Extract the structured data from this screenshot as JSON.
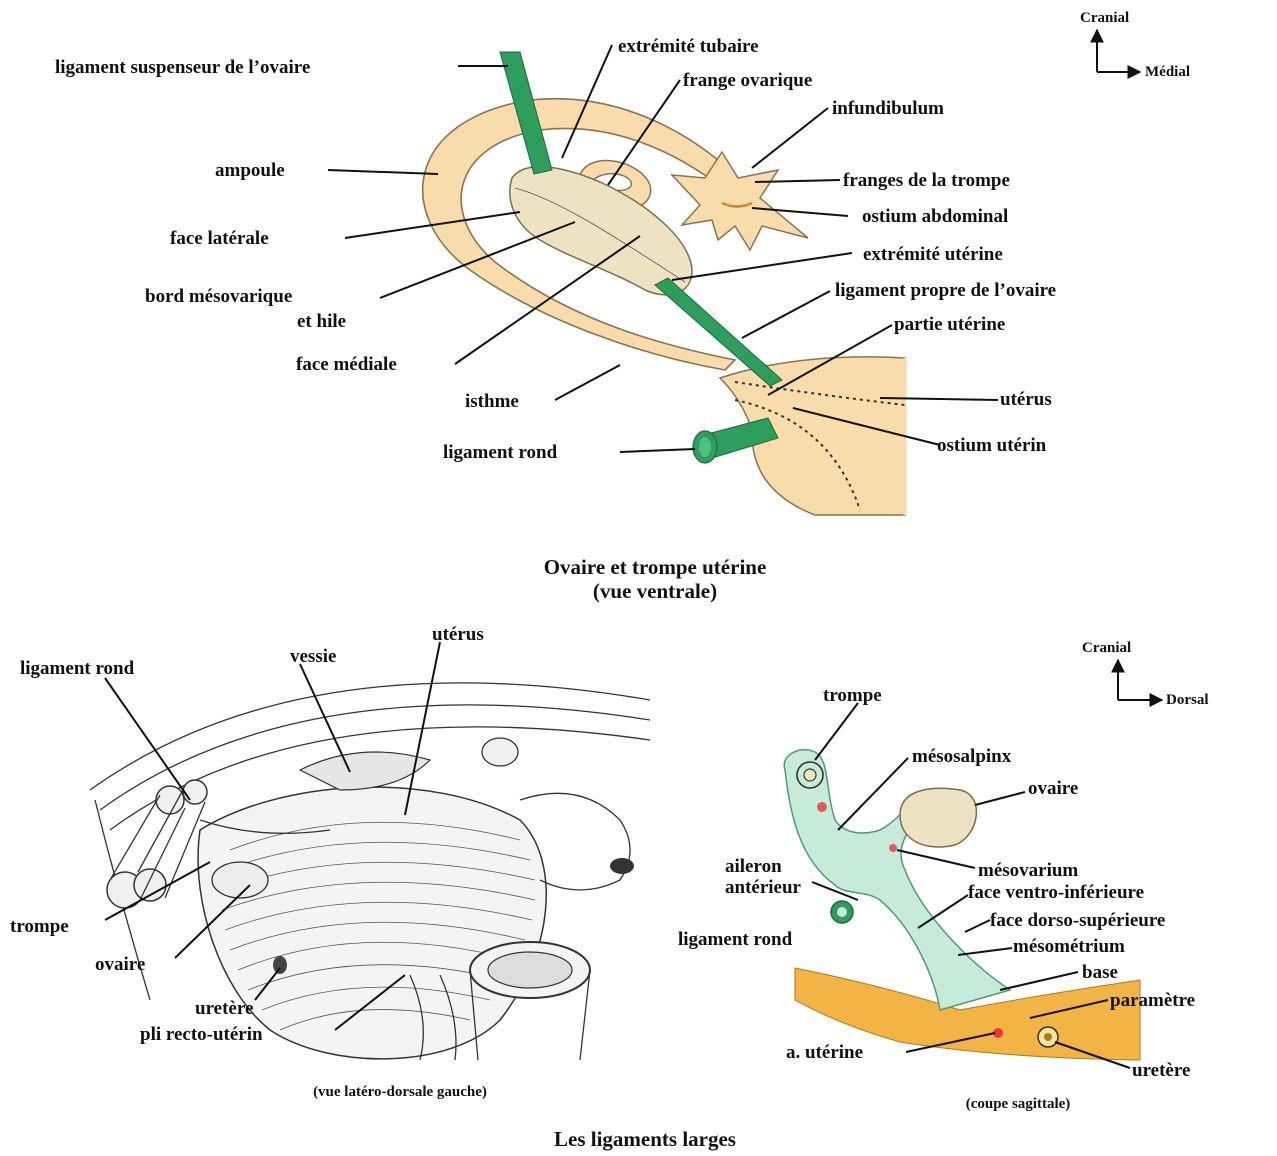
{
  "colors": {
    "tube": "#f9dcac",
    "tube_stroke": "#8a7350",
    "ovary": "#ede3c2",
    "ligament": "#2e9e5c",
    "mesentery": "#c6ecd9",
    "parametre": "#f2b445",
    "artery": "#e03a3a"
  },
  "top": {
    "orientation": {
      "up": "Cranial",
      "right": "Médial"
    },
    "labels": {
      "ligament_suspenseur": "ligament suspenseur de l’ovaire",
      "extremite_tubaire": "extrémité tubaire",
      "frange_ovarique": "frange ovarique",
      "infundibulum": "infundibulum",
      "ampoule": "ampoule",
      "franges": "franges de la trompe",
      "ostium_abdominal": "ostium abdominal",
      "face_laterale": "face latérale",
      "extremite_uterine": "extrémité utérine",
      "bord_mesovarique_1": "bord mésovarique",
      "bord_mesovarique_2": "et hile",
      "ligament_propre": "ligament propre de l’ovaire",
      "partie_uterine": "partie utérine",
      "face_mediale": "face médiale",
      "isthme": "isthme",
      "uterus": "utérus",
      "ostium_uterin": "ostium utérin",
      "ligament_rond": "ligament rond"
    },
    "caption_1": "Ovaire et trompe utérine",
    "caption_2": "(vue ventrale)"
  },
  "left": {
    "labels": {
      "ligament_rond": "ligament rond",
      "vessie": "vessie",
      "uterus": "utérus",
      "trompe": "trompe",
      "ovaire": "ovaire",
      "uretere": "uretère",
      "pli": "pli recto-utérin"
    },
    "caption": "(vue latéro-dorsale gauche)"
  },
  "right": {
    "orientation": {
      "up": "Cranial",
      "right": "Dorsal"
    },
    "labels": {
      "trompe": "trompe",
      "mesosalpinx": "mésosalpinx",
      "ovaire": "ovaire",
      "mesovarium": "mésovarium",
      "aileron_1": "aileron",
      "aileron_2": "antérieur",
      "face_ventro": "face ventro-inférieure",
      "face_dorso": "face dorso-supérieure",
      "ligament_rond": "ligament rond",
      "mesometrium": "mésométrium",
      "base": "base",
      "parametre": "paramètre",
      "a_uterine": "a. utérine",
      "uretere": "uretère"
    },
    "caption": "(coupe sagittale)"
  },
  "footer_title": "Les ligaments larges"
}
